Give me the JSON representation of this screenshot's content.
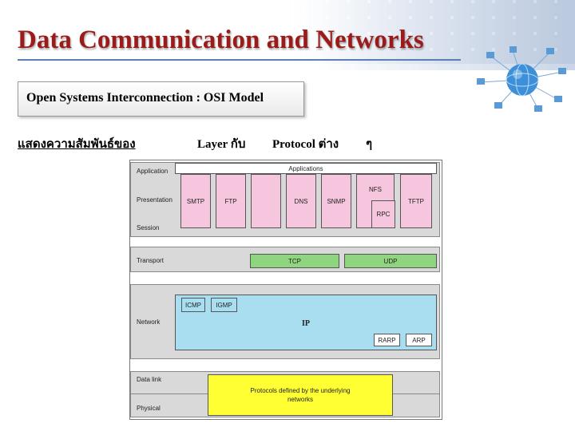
{
  "slide": {
    "title": "Data Communication and Networks",
    "subtitle": "Open Systems Interconnection : OSI Model",
    "desc_thai_1": "แสดงความสัมพันธ์ของ",
    "desc_layer": "Layer กับ",
    "desc_protocol": "Protocol ต่าง",
    "desc_repeat": "ๆ"
  },
  "diagram": {
    "layers": {
      "application": "Application",
      "presentation": "Presentation",
      "session": "Session",
      "transport": "Transport",
      "network": "Network",
      "data_link": "Data link",
      "physical": "Physical"
    },
    "applications_header": "Applications",
    "protocols": {
      "smtp": "SMTP",
      "ftp": "FTP",
      "dns": "DNS",
      "snmp": "SNMP",
      "nfs": "NFS",
      "rpc": "RPC",
      "tftp": "TFTP",
      "tcp": "TCP",
      "udp": "UDP",
      "icmp": "ICMP",
      "igmp": "IGMP",
      "ip": "IP",
      "rarp": "RARP",
      "arp": "ARP",
      "underlying": "Protocols defined by the underlying networks"
    },
    "colors": {
      "application_protocols": "#f5c6dd",
      "transport_protocols": "#8fd47f",
      "network_protocols": "#a9def0",
      "underlying_protocols": "#ffff33",
      "layer_band": "#d9d9d9"
    }
  }
}
